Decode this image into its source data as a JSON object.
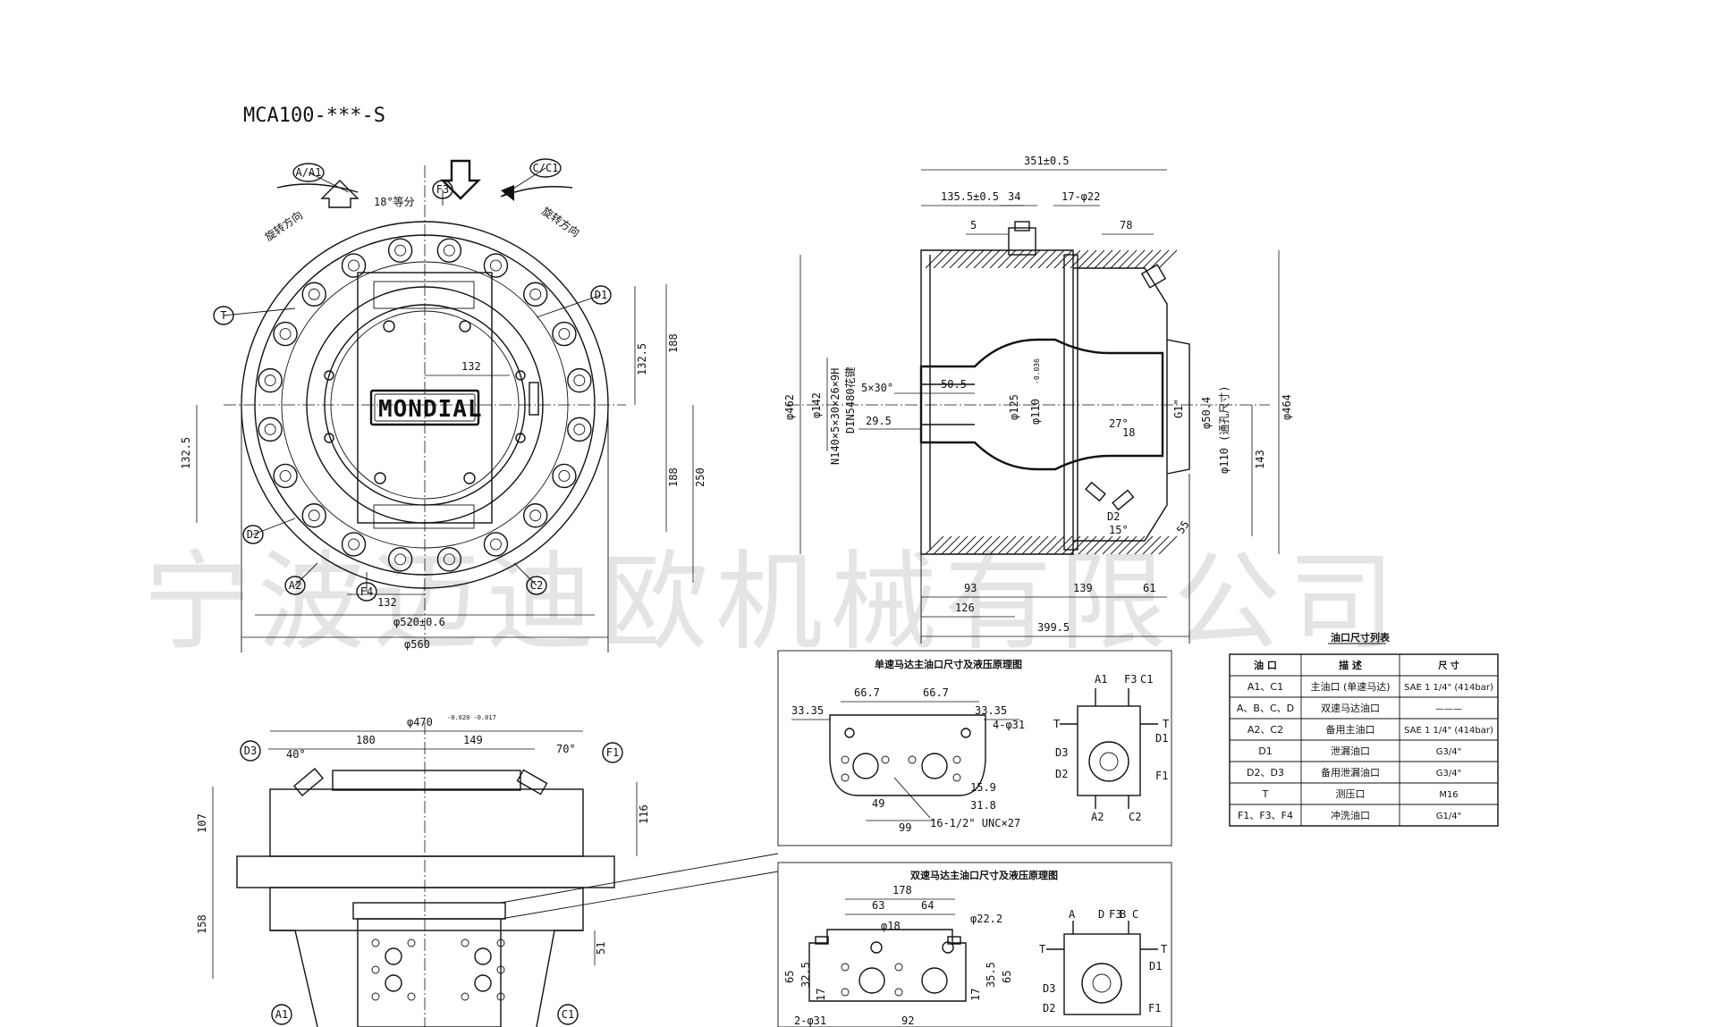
{
  "title": "MCA100-***-S",
  "brand_plate": "MONDIAL",
  "watermark": "宁波迈迪欧机械有限公司",
  "front_view": {
    "port_labels": [
      "A/A1",
      "C/C1",
      "F3",
      "T",
      "D1",
      "D2",
      "A2",
      "F4",
      "C2"
    ],
    "rotation_left": "旋转方向",
    "rotation_right": "旋转方向",
    "divide_text": "18°等分",
    "dims": {
      "d132_top": "132",
      "d132_5_r": "132.5",
      "d188_r": "188",
      "d188_r2": "188",
      "d250": "250",
      "d132_5_l": "132.5",
      "d132_bottom": "132",
      "d520": "φ520±0.6",
      "d560": "φ560"
    }
  },
  "side_view": {
    "dims": {
      "d351": "351±0.5",
      "d135": "135.5±0.5",
      "d34": "34",
      "d17": "17-φ22",
      "d5": "5",
      "d78": "78",
      "d462": "φ462",
      "d142": "φ142",
      "spline": "N140×5×30×26×9H",
      "spline_std": "DIN5480花键",
      "chamfer": "5×30°",
      "d50_5": "50.5",
      "d29_5": "29.5",
      "d125": "φ125",
      "d110": "φ110",
      "d110_tol": "-0.036",
      "d27": "27°",
      "d18": "18",
      "g1": "G1\"",
      "d50_4": "φ50.4",
      "d110_ref": "φ110 (通孔尺寸)",
      "d464": "φ464",
      "d143": "143",
      "d15": "15°",
      "d55": "55",
      "d93": "93",
      "d139": "139",
      "d61": "61",
      "d126": "126",
      "d399": "399.5",
      "d2": "D2"
    }
  },
  "bottom_view": {
    "port_labels": [
      "D3",
      "F1",
      "A1",
      "C1"
    ],
    "dims": {
      "d470": "φ470",
      "d470_tol": "-0.020 -0.017",
      "d40": "40°",
      "d70": "70°",
      "d180": "180",
      "d149": "149",
      "d107": "107",
      "d116": "116",
      "d158": "158",
      "d51": "51"
    }
  },
  "detail_single": {
    "title": "单速马达主油口尺寸及液压原理图",
    "dims": {
      "d33l": "33.35",
      "d66l": "66.7",
      "d66r": "66.7",
      "d33r": "33.35",
      "d4": "4-φ31",
      "d49": "49",
      "d15_9": "15.9",
      "d31_8": "31.8",
      "d99": "99",
      "thread": "16-1/2\" UNC×27"
    },
    "schematic_labels": [
      "A1",
      "F3",
      "C1",
      "T",
      "T",
      "D3",
      "D2",
      "D1",
      "F1",
      "A2",
      "C2"
    ]
  },
  "detail_double": {
    "title": "双速马达主油口尺寸及液压原理图",
    "dims": {
      "d178": "178",
      "d63": "63",
      "d64": "64",
      "d18": "φ18",
      "d22": "φ22.2",
      "d65l": "65",
      "d32": "32.5",
      "d17l": "17",
      "d17r": "17",
      "d35": "35.5",
      "d65r": "65",
      "d31": "2-φ31",
      "d92": "92"
    },
    "schematic_labels": [
      "T",
      "A",
      "D",
      "F3",
      "B",
      "C",
      "T",
      "D1",
      "D3",
      "D2",
      "F1"
    ]
  },
  "port_table": {
    "title": "油口尺寸列表",
    "headers": [
      "油 口",
      "描 述",
      "尺 寸"
    ],
    "rows": [
      [
        "A1、C1",
        "主油口 (单速马达)",
        "SAE 1 1/4\" (414bar)"
      ],
      [
        "A、B、C、D",
        "双速马达油口",
        "———"
      ],
      [
        "A2、C2",
        "备用主油口",
        "SAE 1 1/4\" (414bar)"
      ],
      [
        "D1",
        "泄漏油口",
        "G3/4\""
      ],
      [
        "D2、D3",
        "备用泄漏油口",
        "G3/4\""
      ],
      [
        "T",
        "测压口",
        "M16"
      ],
      [
        "F1、F3、F4",
        "冲洗油口",
        "G1/4\""
      ]
    ]
  }
}
